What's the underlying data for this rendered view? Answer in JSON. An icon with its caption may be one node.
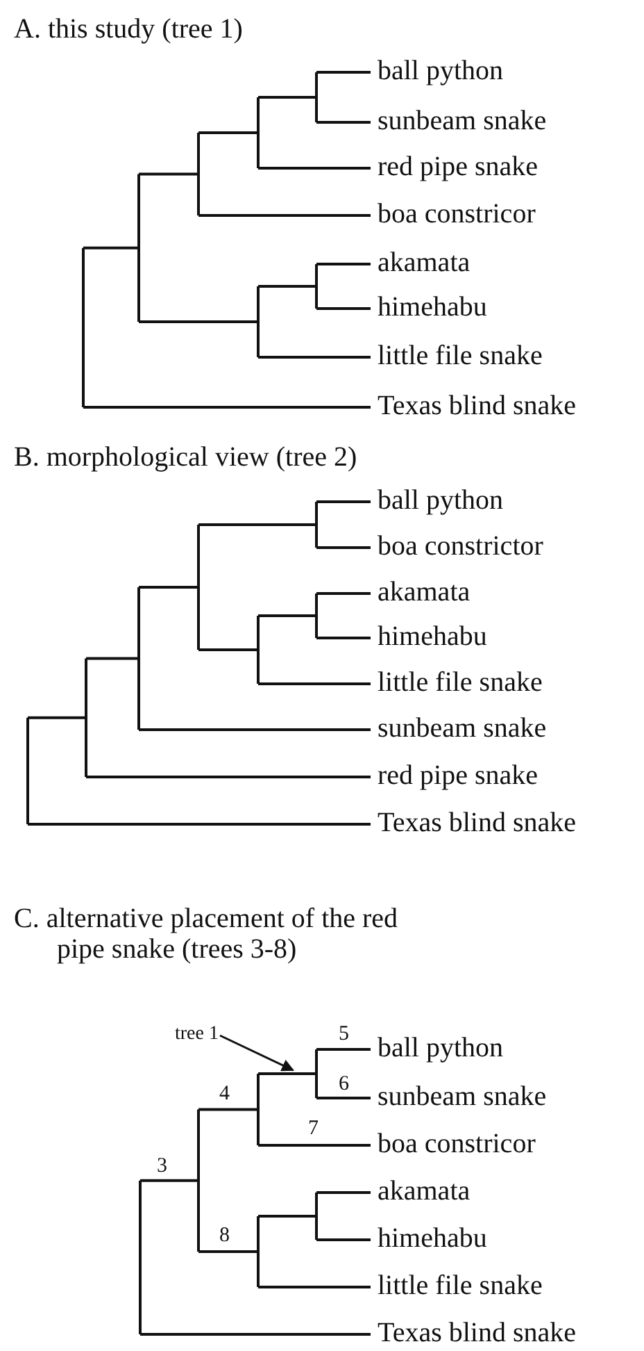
{
  "diagram": {
    "nodes": [
      {
        "text": [
          "tree 1"
        ]
      },
      {
        "text": [],
        "shape": "line"
      }
    ],
    "edges": [
      {
        "from": 0,
        "to": 1,
        "arrow": "to"
      }
    ],
    "labels": [
      "A. this study (tree 1)",
      "ball python",
      "sunbeam snake",
      "red pipe snake",
      "boa constricor",
      "akamata",
      "himehabu",
      "little file snake",
      "Texas blind snake",
      "B. morphological view (tree 2)",
      "ball python",
      "boa constrictor",
      "akamata",
      "himehabu",
      "little file snake",
      "sunbeam snake",
      "red pipe snake",
      "Texas blind snake",
      "C. alternative placement of the red pipe snake (trees 3-8)",
      "5",
      "ball python",
      "6",
      "sunbeam snake",
      "4",
      "7",
      "boa constricor",
      "3",
      "akamata",
      "8",
      "himehabu",
      "little file snake",
      "Texas blind snake"
    ]
  }
}
